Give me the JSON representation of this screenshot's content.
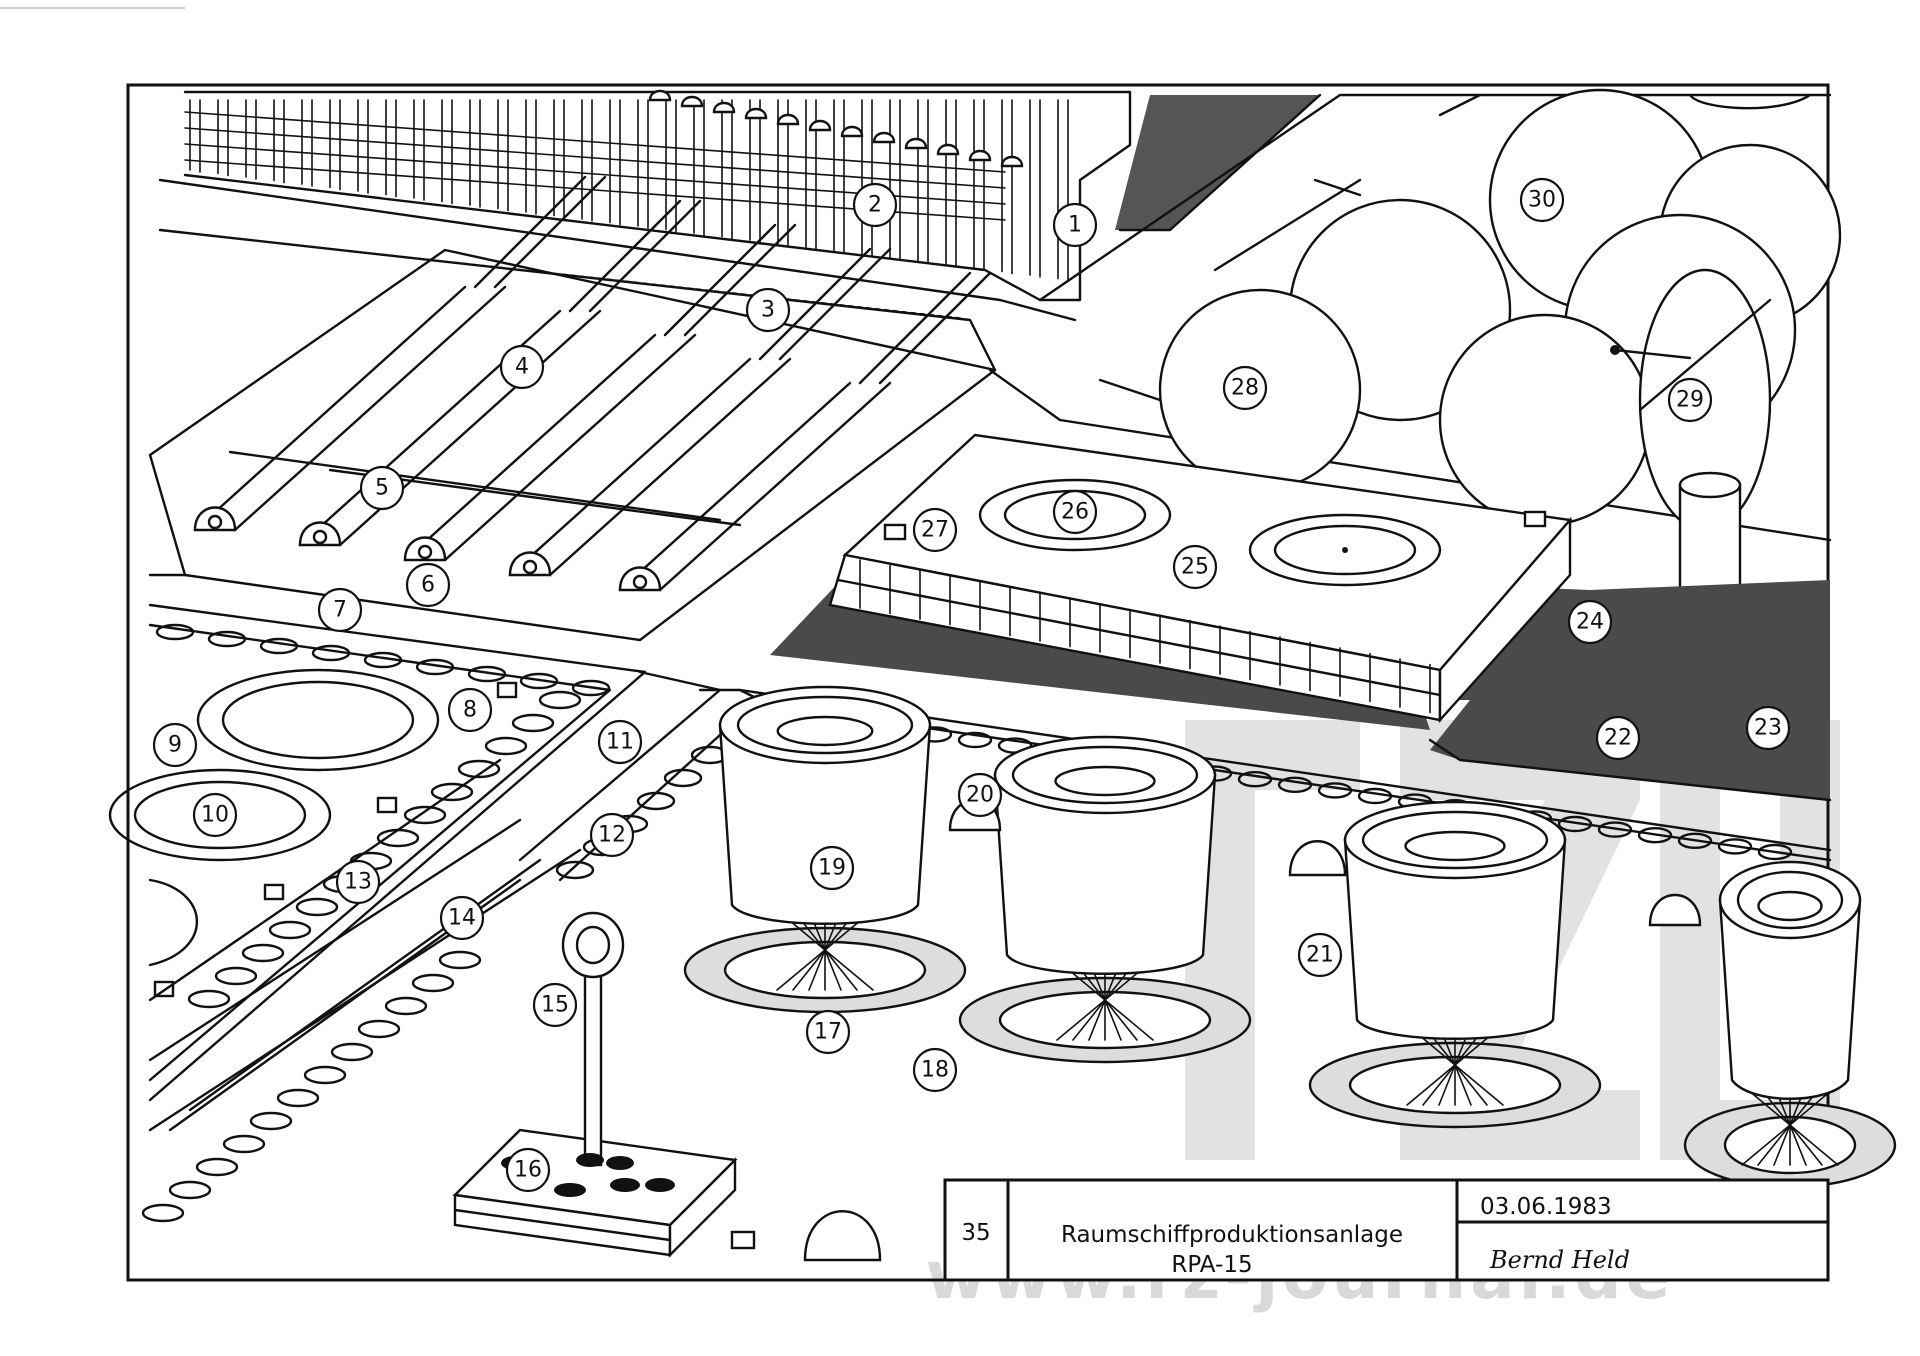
{
  "drawing": {
    "callouts": [
      "1",
      "2",
      "3",
      "4",
      "5",
      "6",
      "7",
      "8",
      "9",
      "10",
      "11",
      "12",
      "13",
      "14",
      "15",
      "16",
      "17",
      "18",
      "19",
      "20",
      "21",
      "22",
      "23",
      "24",
      "25",
      "26",
      "27",
      "28",
      "29",
      "30"
    ]
  },
  "title_block": {
    "sheet_number": "35",
    "title_line1": "Raumschiffproduktionsanlage",
    "title_line2": "RPA-15",
    "date": "03.06.1983",
    "signature": "Bernd Held"
  },
  "watermark": {
    "url": "www.rz-journal.de"
  }
}
